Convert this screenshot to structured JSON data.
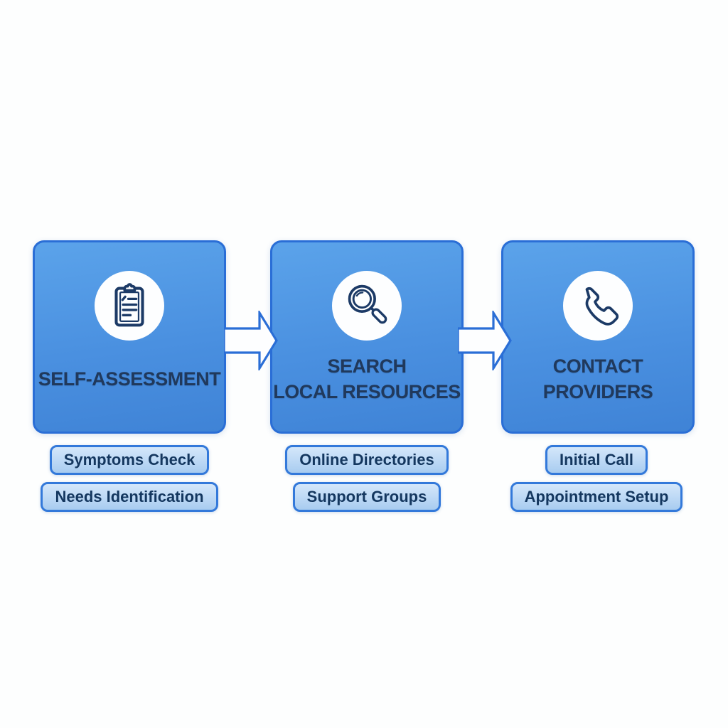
{
  "flow": {
    "steps": [
      {
        "id": "self-assessment",
        "title_lines": [
          "SELF-ASSESSMENT",
          "",
          ""
        ],
        "icon": "clipboard-icon",
        "substeps": [
          "Symptoms Check",
          "Needs Identification"
        ]
      },
      {
        "id": "search-local-resources",
        "title_lines": [
          "SEARCH",
          "LOCAL RESOURCES"
        ],
        "icon": "search-icon",
        "substeps": [
          "Online Directories",
          "Support Groups"
        ]
      },
      {
        "id": "contact-providers",
        "title_lines": [
          "CONTACT",
          "PROVIDERS"
        ],
        "icon": "phone-icon",
        "substeps": [
          "Initial Call",
          "Appointment Setup"
        ]
      }
    ],
    "colors": {
      "box_fill_top": "#5ba3ea",
      "box_fill_bottom": "#3f83d6",
      "box_border": "#2a6ed6",
      "title_text": "#20395c",
      "pill_fill_top": "#d4e7fa",
      "pill_fill_bottom": "#a8ccf0",
      "pill_border": "#3379da",
      "pill_text": "#14375f",
      "icon_stroke": "#1c3a66",
      "icon_circle_fill": "#fdfeff",
      "arrow_stroke": "#2a6ed6",
      "arrow_fill": "#fdfeff",
      "background": "#fdfefe"
    }
  }
}
